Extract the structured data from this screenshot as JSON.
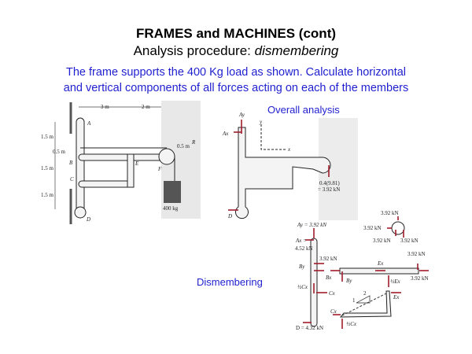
{
  "title": "FRAMES and MACHINES (cont)",
  "subtitle_prefix": "Analysis procedure: ",
  "subtitle_emphasis": "dismembering",
  "problem_line1": "The frame supports the 400 Kg load as shown.  Calculate horizontal",
  "problem_line2": "and vertical components of all forces acting on each of the members",
  "overall_label": "Overall analysis",
  "dismembering_label": "Dismembering",
  "frame_figure": {
    "dim_3m": "3 m",
    "dim_2m": "2 m",
    "dim_15a": "1.5 m",
    "dim_05": "0.5 m",
    "dim_15b": "1.5 m",
    "dim_15c": "1.5 m",
    "radius": "0.5 m",
    "R": "R",
    "A": "A",
    "B": "B",
    "C": "C",
    "D": "D",
    "E": "E",
    "F": "F",
    "load": "400 kg"
  },
  "overall_figure": {
    "Ay": "Ay",
    "Ax": "Ax",
    "D": "D",
    "y": "y",
    "x": "x",
    "load_line1": "0.4(9.81)",
    "load_line2": "= 3.92 kN"
  },
  "dismember_figure": {
    "Ay": "Ay = 3.92 kN",
    "Ax": "Ax =",
    "Ax_val": "4.52 kN",
    "By_left": "By",
    "f392_a": "3.92 kN",
    "Bx": "Bx",
    "By": "By",
    "halfCx_left": "½Cx",
    "Cx": "Cx",
    "D_val": "D = 4.32 kN",
    "Ex": "Ex",
    "halfEx": "½Ex",
    "Ex2": "Ex",
    "Cx2": "Cx",
    "halfCx": "½Cx",
    "slope_1": "1",
    "slope_2": "2",
    "pulley_top": "3.92 kN",
    "pulley_left": "3.92 kN",
    "pulley_bl": "3.92 kN",
    "pulley_br": "3.92 kN",
    "right_top": "3.92 kN",
    "right_bot": "3.92 kN"
  }
}
